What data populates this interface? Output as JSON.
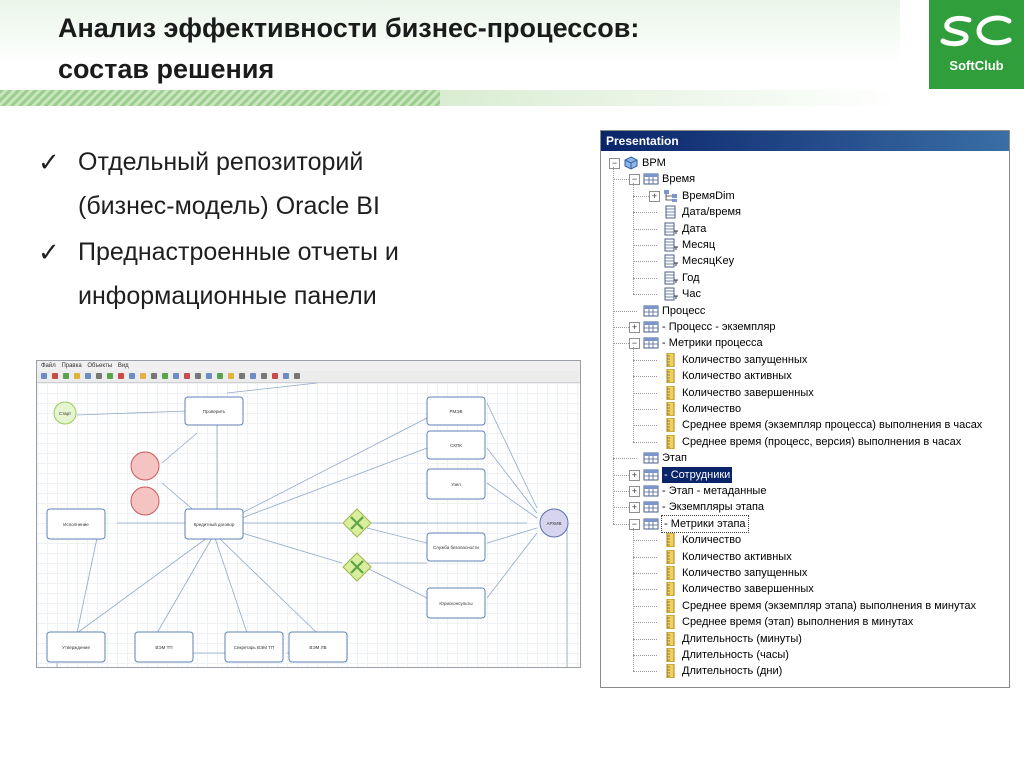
{
  "header": {
    "title_line1": "Анализ эффективности бизнес-процессов:",
    "title_line2": "состав решения"
  },
  "logo": {
    "text": "SoftClub",
    "color": "#2f9e3b"
  },
  "bullets": [
    {
      "line1": "Отдельный репозиторий",
      "line2": "(бизнес-модель) Oracle BI"
    },
    {
      "line1": "Преднастроенные отчеты и",
      "line2": "информационные панели"
    }
  ],
  "diagram": {
    "menu": [
      "Файл",
      "Правка",
      "Объекты",
      "Вид"
    ],
    "nodes": [
      "Старт",
      "Проверить",
      "Исполнение",
      "Кредитный договор",
      "РМЭВ",
      "СКПК",
      "Узел",
      "Служба безопасности",
      "Юрисконсульты",
      "Утверждение",
      "ВЭМ ТП",
      "Секретарь ВЭМ ТП",
      "ВЭМ ЛВ",
      "АРХИВ"
    ]
  },
  "tree": {
    "title": "Presentation",
    "items": [
      {
        "label": "BPM",
        "depth": 0,
        "icon": "cube-icon",
        "expander": "minus"
      },
      {
        "label": "Время",
        "depth": 1,
        "icon": "table-icon",
        "expander": "minus"
      },
      {
        "label": "ВремяDim",
        "depth": 2,
        "icon": "hierarchy-icon",
        "expander": "plus"
      },
      {
        "label": "Дата/время",
        "depth": 2,
        "icon": "column-icon",
        "expander": ""
      },
      {
        "label": "Дата",
        "depth": 2,
        "icon": "column-key-icon",
        "expander": ""
      },
      {
        "label": "Месяц",
        "depth": 2,
        "icon": "column-key-icon",
        "expander": ""
      },
      {
        "label": "МесяцKey",
        "depth": 2,
        "icon": "column-key-icon",
        "expander": ""
      },
      {
        "label": "Год",
        "depth": 2,
        "icon": "column-key-icon",
        "expander": ""
      },
      {
        "label": "Час",
        "depth": 2,
        "icon": "column-key-icon",
        "expander": ""
      },
      {
        "label": "Процесс",
        "depth": 1,
        "icon": "table-icon",
        "expander": ""
      },
      {
        "label": "- Процесс - экземпляр",
        "depth": 1,
        "icon": "table-icon",
        "expander": "plus"
      },
      {
        "label": "- Метрики процесса",
        "depth": 1,
        "icon": "table-icon",
        "expander": "minus"
      },
      {
        "label": "Количество запущенных",
        "depth": 2,
        "icon": "measure-icon",
        "expander": ""
      },
      {
        "label": "Количество активных",
        "depth": 2,
        "icon": "measure-icon",
        "expander": ""
      },
      {
        "label": "Количество завершенных",
        "depth": 2,
        "icon": "measure-icon",
        "expander": ""
      },
      {
        "label": "Количество",
        "depth": 2,
        "icon": "measure-icon",
        "expander": ""
      },
      {
        "label": "Среднее время (экземпляр процесса) выполнения в часах",
        "depth": 2,
        "icon": "measure-icon",
        "expander": ""
      },
      {
        "label": "Среднее время (процесс, версия) выполнения в часах",
        "depth": 2,
        "icon": "measure-icon",
        "expander": ""
      },
      {
        "label": "Этап",
        "depth": 1,
        "icon": "table-icon",
        "expander": ""
      },
      {
        "label": "- Сотрудники",
        "depth": 1,
        "icon": "table-icon",
        "expander": "plus",
        "selected": true
      },
      {
        "label": "- Этап - метаданные",
        "depth": 1,
        "icon": "table-icon",
        "expander": "plus"
      },
      {
        "label": "- Экземпляры этапа",
        "depth": 1,
        "icon": "table-icon",
        "expander": "plus"
      },
      {
        "label": "- Метрики этапа",
        "depth": 1,
        "icon": "table-icon",
        "expander": "minus",
        "focused": true
      },
      {
        "label": "Количество",
        "depth": 2,
        "icon": "measure-icon",
        "expander": ""
      },
      {
        "label": "Количество активных",
        "depth": 2,
        "icon": "measure-icon",
        "expander": ""
      },
      {
        "label": "Количество запущенных",
        "depth": 2,
        "icon": "measure-icon",
        "expander": ""
      },
      {
        "label": "Количество завершенных",
        "depth": 2,
        "icon": "measure-icon",
        "expander": ""
      },
      {
        "label": "Среднее время (экземпляр этапа) выполнения в минутах",
        "depth": 2,
        "icon": "measure-icon",
        "expander": ""
      },
      {
        "label": "Среднее время (этап) выполнения в минутах",
        "depth": 2,
        "icon": "measure-icon",
        "expander": ""
      },
      {
        "label": "Длительность (минуты)",
        "depth": 2,
        "icon": "measure-icon",
        "expander": ""
      },
      {
        "label": "Длительность (часы)",
        "depth": 2,
        "icon": "measure-icon",
        "expander": ""
      },
      {
        "label": "Длительность (дни)",
        "depth": 2,
        "icon": "measure-icon",
        "expander": ""
      }
    ]
  }
}
